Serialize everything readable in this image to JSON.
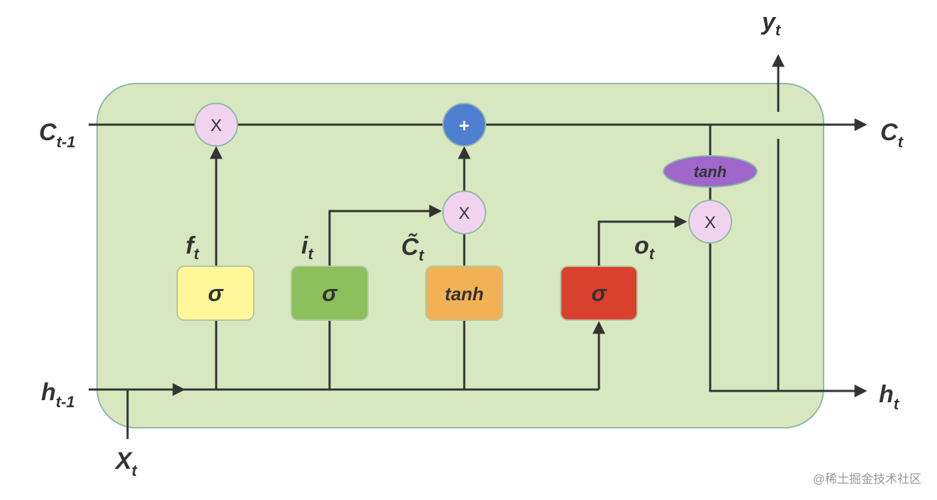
{
  "labels": {
    "c_prev": {
      "main": "C",
      "sub": "t-1"
    },
    "c_next": {
      "main": "C",
      "sub": "t"
    },
    "h_prev": {
      "main": "h",
      "sub": "t-1"
    },
    "h_next": {
      "main": "h",
      "sub": "t"
    },
    "x_in": {
      "main": "X",
      "sub": "t"
    },
    "y_out": {
      "main": "y",
      "sub": "t"
    },
    "forget": {
      "main": "f",
      "sub": "t"
    },
    "input": {
      "main": "i",
      "sub": "t"
    },
    "candidate": {
      "main": "C̃",
      "sub": "t"
    },
    "output": {
      "main": "o",
      "sub": "t"
    }
  },
  "gates": {
    "forget": "σ",
    "input": "σ",
    "candidate": "tanh",
    "output": "σ",
    "cell_tanh": "tanh"
  },
  "ops": {
    "multiply": "X",
    "add": "+"
  },
  "colors": {
    "cell_fill": "#d7e8c0",
    "cell_border": "#8fb9a8",
    "forget_gate": "#fff79a",
    "input_gate": "#8cc05d",
    "candidate_gate": "#f2b154",
    "output_gate": "#d9412e",
    "multiply_node": "#f1d3f0",
    "add_node": "#4f7fd0",
    "cell_tanh": "#9e67c9",
    "line": "#333333"
  },
  "watermark": "@稀土掘金技术社区"
}
